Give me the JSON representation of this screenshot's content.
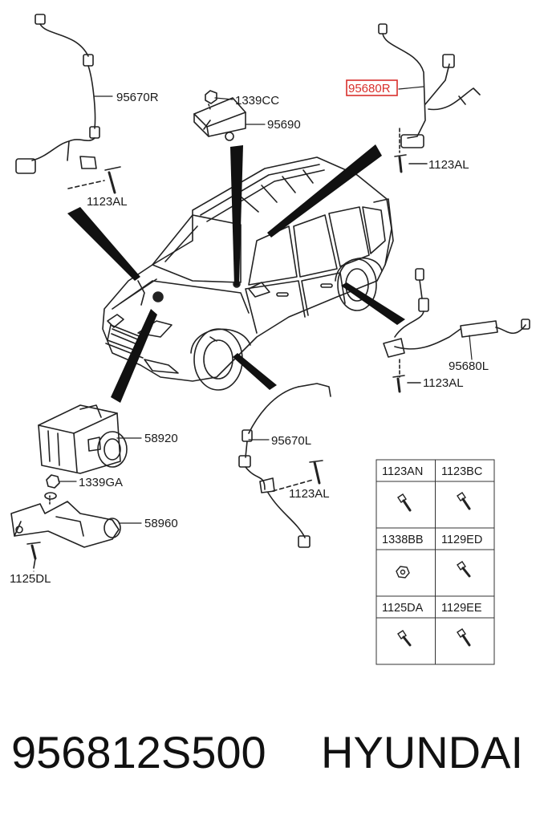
{
  "parts": {
    "sensor_rr": "95670R",
    "bolt_rr": "1123AL",
    "nut_cc": "1339CC",
    "module": "95690",
    "sensor_rf": "95680R",
    "bolt_rf": "1123AL",
    "sensor_lf": "95680L",
    "bolt_lf": "1123AL",
    "hecu": "58920",
    "nut_ga": "1339GA",
    "bracket": "58960",
    "bolt_dl": "1125DL",
    "sensor_lr": "95670L",
    "bolt_lr": "1123AL"
  },
  "fastener_table": [
    [
      "1123AN",
      "1123BC"
    ],
    [
      "1338BB",
      "1129ED"
    ],
    [
      "1125DA",
      "1129EE"
    ]
  ],
  "highlight_color": "#d9302c",
  "footer": {
    "part_number": "956812S500",
    "brand": "HYUNDAI"
  }
}
